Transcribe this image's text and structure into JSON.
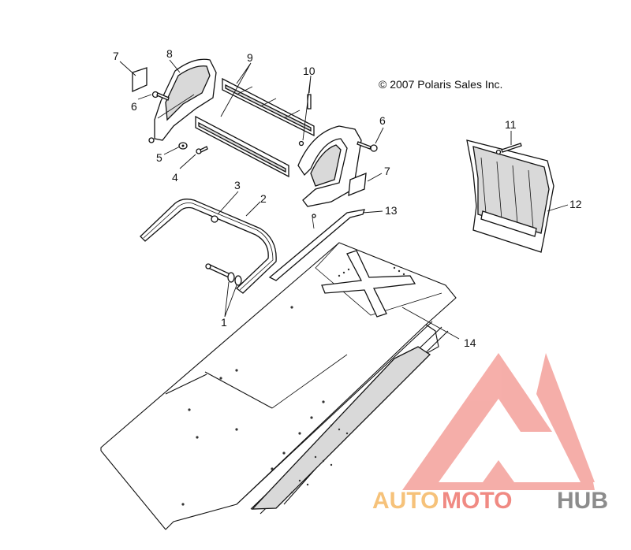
{
  "copyright": "© 2007 Polaris Sales Inc.",
  "callouts": [
    {
      "id": "1",
      "label": "1"
    },
    {
      "id": "2",
      "label": "2"
    },
    {
      "id": "3",
      "label": "3"
    },
    {
      "id": "4",
      "label": "4"
    },
    {
      "id": "5",
      "label": "5"
    },
    {
      "id": "6a",
      "label": "6"
    },
    {
      "id": "6b",
      "label": "6"
    },
    {
      "id": "7a",
      "label": "7"
    },
    {
      "id": "7b",
      "label": "7"
    },
    {
      "id": "8",
      "label": "8"
    },
    {
      "id": "9",
      "label": "9"
    },
    {
      "id": "10",
      "label": "10"
    },
    {
      "id": "11",
      "label": "11"
    },
    {
      "id": "12",
      "label": "12"
    },
    {
      "id": "13",
      "label": "13"
    },
    {
      "id": "14",
      "label": "14"
    }
  ],
  "watermark": {
    "part1": "AUTO",
    "part2": "MOTO",
    "part3": "HUB",
    "colors": {
      "auto": "#f6c27a",
      "moto": "#f08a83",
      "hub": "#8c8c8c",
      "logo": "#f4a19b"
    }
  }
}
